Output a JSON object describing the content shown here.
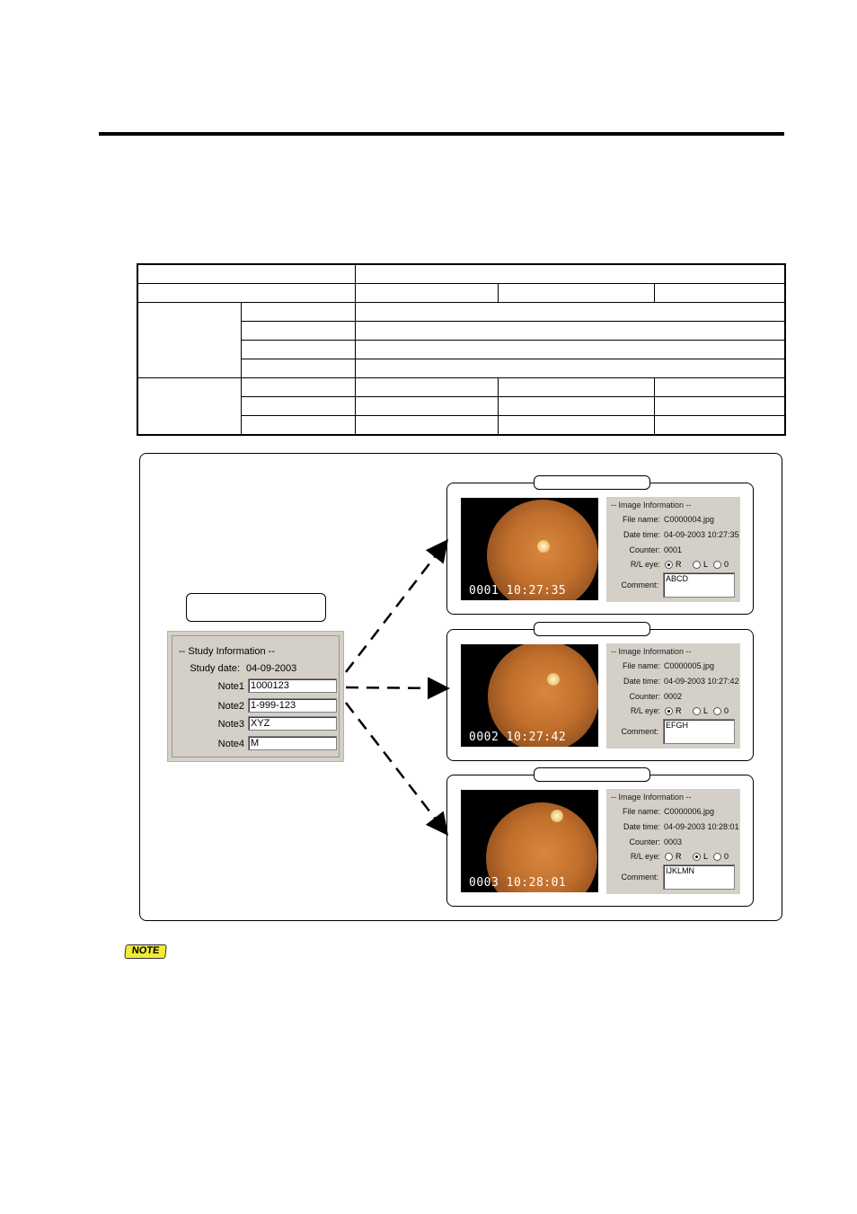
{
  "study_panel": {
    "title": "-- Study Information --",
    "study_date_label": "Study date:",
    "study_date_value": "04-09-2003",
    "notes": [
      {
        "label": "Note1",
        "value": "1000123"
      },
      {
        "label": "Note2",
        "value": "1-999-123"
      },
      {
        "label": "Note3",
        "value": "XYZ"
      },
      {
        "label": "Note4",
        "value": "M"
      }
    ]
  },
  "images": [
    {
      "caption": "0001   10:27:35",
      "info_title": "-- Image Information --",
      "file_name_label": "File name:",
      "file_name": "C0000004.jpg",
      "date_time_label": "Date time:",
      "date_time": "04-09-2003 10:27:35",
      "counter_label": "Counter:",
      "counter": "0001",
      "eye_label": "R/L eye:",
      "eye_options": [
        "R",
        "L",
        "0"
      ],
      "eye_selected": "R",
      "comment_label": "Comment:",
      "comment": "ABCD"
    },
    {
      "caption": "0002   10:27:42",
      "info_title": "-- Image Information --",
      "file_name_label": "File name:",
      "file_name": "C0000005.jpg",
      "date_time_label": "Date time:",
      "date_time": "04-09-2003 10:27:42",
      "counter_label": "Counter:",
      "counter": "0002",
      "eye_label": "R/L eye:",
      "eye_options": [
        "R",
        "L",
        "0"
      ],
      "eye_selected": "R",
      "comment_label": "Comment:",
      "comment": "EFGH"
    },
    {
      "caption": "0003   10:28:01",
      "info_title": "-- Image Information --",
      "file_name_label": "File name:",
      "file_name": "C0000006.jpg",
      "date_time_label": "Date time:",
      "date_time": "04-09-2003 10:28:01",
      "counter_label": "Counter:",
      "counter": "0003",
      "eye_label": "R/L eye:",
      "eye_options": [
        "R",
        "L",
        "0"
      ],
      "eye_selected": "L",
      "comment_label": "Comment:",
      "comment": "IJKLMN"
    }
  ],
  "note_badge": "NOTE",
  "colors": {
    "panel_gray": "#d4d0c8",
    "note_yellow": "#f2ea35"
  }
}
